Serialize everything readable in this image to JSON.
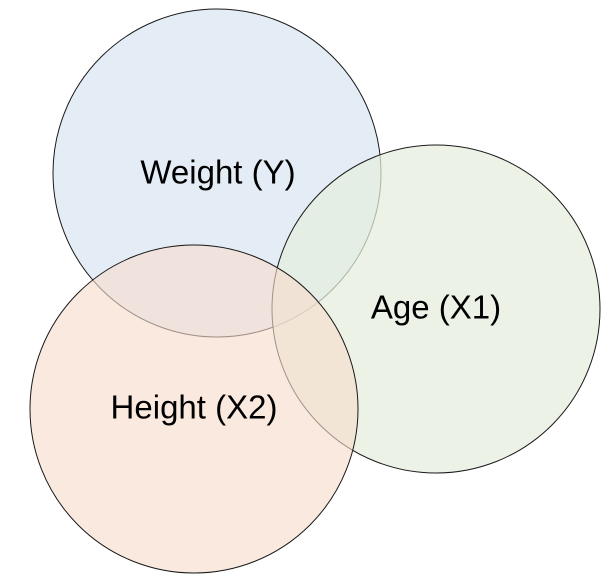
{
  "diagram": {
    "type": "venn",
    "sets": [
      {
        "id": "weight",
        "label": "Weight (Y)",
        "fill": "#dae6f3"
      },
      {
        "id": "age",
        "label": "Age (X1)",
        "fill": "#e4efdd"
      },
      {
        "id": "height",
        "label": "Height (X2)",
        "fill": "#f7dccb"
      }
    ]
  }
}
